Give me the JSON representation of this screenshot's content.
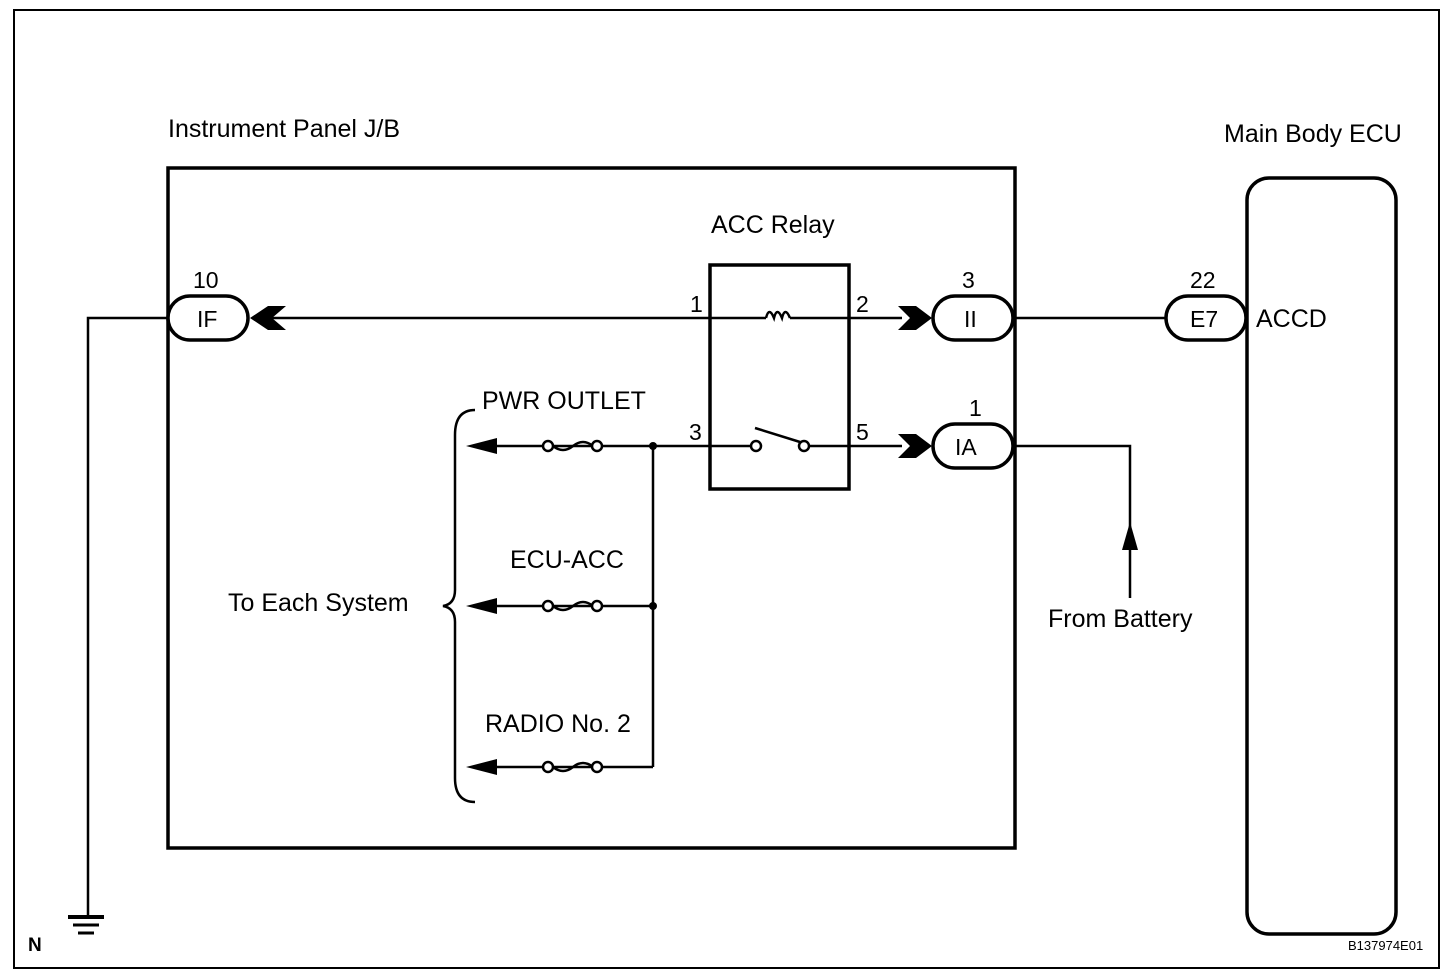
{
  "diagram": {
    "title_labels": {
      "junction_block": "Instrument Panel J/B",
      "ecu": "Main Body ECU",
      "relay": "ACC Relay",
      "to_each_system": "To Each System",
      "from_battery": "From Battery",
      "ground_label": "N",
      "figure_code": "B137974E01"
    },
    "connectors": [
      {
        "id": "IF",
        "pin": "10"
      },
      {
        "id": "II",
        "pin": "3"
      },
      {
        "id": "IA",
        "pin": "1"
      },
      {
        "id": "E7",
        "pin": "22",
        "terminal": "ACCD"
      }
    ],
    "relay_pins": {
      "coil_in": "1",
      "coil_out": "2",
      "switch_in": "3",
      "switch_out": "5"
    },
    "fuses": [
      {
        "name": "PWR OUTLET"
      },
      {
        "name": "ECU-ACC"
      },
      {
        "name": "RADIO No. 2"
      }
    ]
  }
}
